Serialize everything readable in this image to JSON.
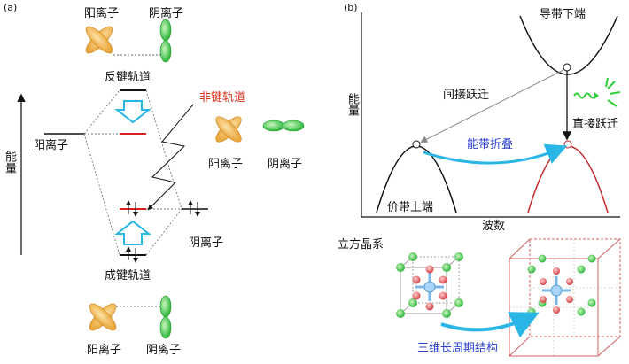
{
  "panel_a": {
    "label": "(a)",
    "cation_top": "阳离子",
    "anion_top": "阴离子",
    "antibonding": "反键轨道",
    "nonbonding": "非键轨道",
    "cation_left": "阳离子",
    "energy": "能量",
    "cation_mid": "阳离子",
    "anion_mid": "阴离子",
    "anion_right": "阴离子",
    "bonding": "成键轨道",
    "cation_bottom": "阳离子",
    "anion_bottom": "阴离子"
  },
  "panel_b": {
    "label": "(b)",
    "cbm": "导带下端",
    "indirect": "间接跃迁",
    "direct": "直接跃迁",
    "energy": "能量",
    "folding": "能带折叠",
    "vbm": "价带上端",
    "wavenumber": "波数"
  },
  "panel_c": {
    "cubic": "立方晶系",
    "periodic": "三维长周期结构"
  },
  "colors": {
    "red_label": "#e0301e",
    "blue_label": "#2b3fd0",
    "arrow_cyan": "#29b6e6",
    "orbital_orange": "#f0a93a",
    "orbital_green": "#3cc84a",
    "band_red": "#c0282c"
  }
}
